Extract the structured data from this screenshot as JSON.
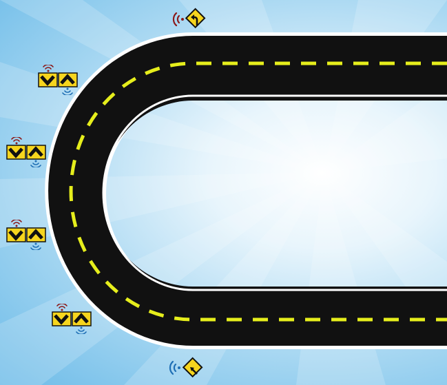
{
  "colors": {
    "sky_center": "#ffffff",
    "sky_edge": "#6cbbe8",
    "road": "#111111",
    "road_edge": "#ffffff",
    "center_line": "#e6ee1c",
    "sign_yellow": "#f6d51e",
    "sign_black": "#111111",
    "signal_red": "#8c1a1a",
    "signal_blue": "#1f6fb5"
  },
  "icons": {
    "chevron_pair": "chevron-down-up-icon",
    "curve_warning_top": "curve-left-arrow-sign-icon",
    "curve_warning_bottom": "curve-left-arrow-sign-icon",
    "signal_red": "wireless-signal-red-icon",
    "signal_blue": "wireless-signal-blue-icon"
  },
  "markers": [
    {
      "id": "top-warning",
      "type": "curve-sign",
      "signal": "red"
    },
    {
      "id": "marker-1",
      "type": "chevron-pair"
    },
    {
      "id": "marker-2",
      "type": "chevron-pair"
    },
    {
      "id": "marker-3",
      "type": "chevron-pair"
    },
    {
      "id": "marker-4",
      "type": "chevron-pair"
    },
    {
      "id": "bottom-warning",
      "type": "curve-sign",
      "signal": "blue"
    }
  ]
}
